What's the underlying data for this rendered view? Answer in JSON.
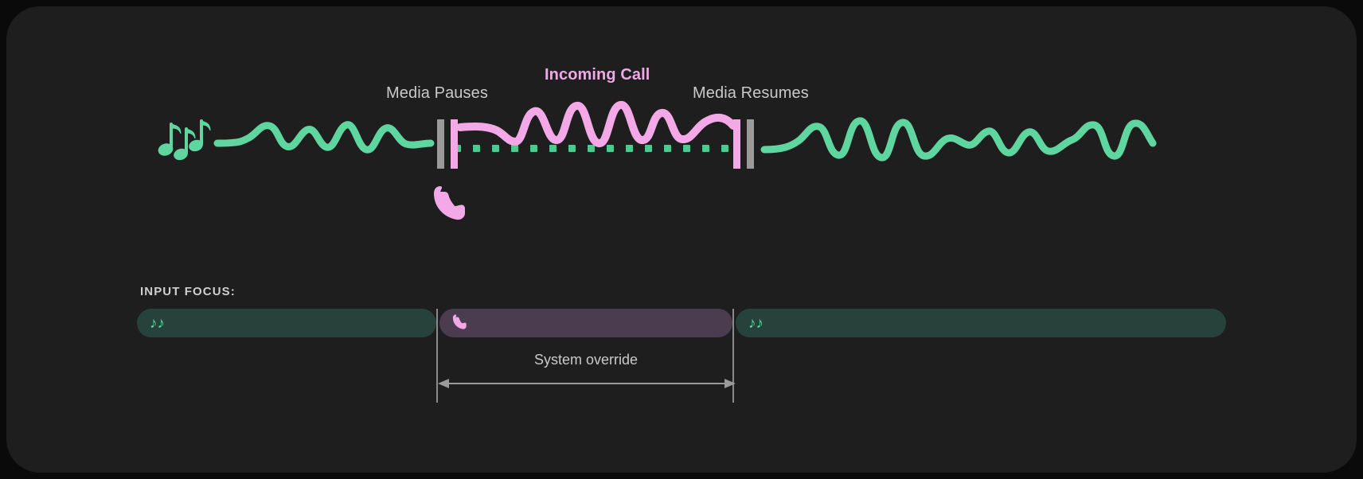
{
  "diagram": {
    "title_hidden": "",
    "timeline": {
      "labels": {
        "media_pauses": "Media Pauses",
        "incoming_call": "Incoming Call",
        "media_resumes": "Media Resumes"
      },
      "icons": {
        "music": "music-notes-icon",
        "phone": "phone-handset-icon"
      },
      "colors": {
        "media_wave": "#5fd69f",
        "call_wave": "#f3a8e8",
        "marker_gray": "#9a9a9a",
        "marker_pink": "#f3a8e8",
        "dot_green": "#4fc78f",
        "label_text": "#c9c9c9",
        "call_label_text": "#f0a8e8",
        "card_bg": "#1e1e1e",
        "page_bg": "#0a0a0a"
      }
    },
    "focus": {
      "heading": "INPUT FOCUS:",
      "segments": [
        {
          "name": "media-focus-left",
          "icon": "music-notes-icon",
          "glyph": "♪♪",
          "state": "media"
        },
        {
          "name": "call-focus-center",
          "icon": "phone-handset-icon",
          "glyph": "☎",
          "state": "call"
        },
        {
          "name": "media-focus-right",
          "icon": "music-notes-icon",
          "glyph": "♪♪",
          "state": "media"
        }
      ],
      "override_label": "System override",
      "colors": {
        "media_pill": "#27423a",
        "call_pill": "#4b3c50",
        "guide": "#8a8a8a",
        "arrow": "#9a9a9a"
      }
    }
  },
  "chart_data": {
    "type": "line",
    "title": "Incoming Call",
    "xlabel": "",
    "ylabel": "",
    "annotations": [
      "Media Pauses",
      "Incoming Call",
      "Media Resumes",
      "System override",
      "INPUT FOCUS:"
    ],
    "series": [
      {
        "name": "media-audio-before",
        "color": "#5fd69f",
        "x_range": [
          265,
          540
        ]
      },
      {
        "name": "call-audio",
        "color": "#f3a8e8",
        "x_range": [
          565,
          915
        ]
      },
      {
        "name": "media-audio-after",
        "color": "#5fd69f",
        "x_range": [
          950,
          1443
        ]
      },
      {
        "name": "media-muted-dots",
        "color": "#4fc78f",
        "x_range": [
          560,
          915
        ]
      }
    ]
  }
}
